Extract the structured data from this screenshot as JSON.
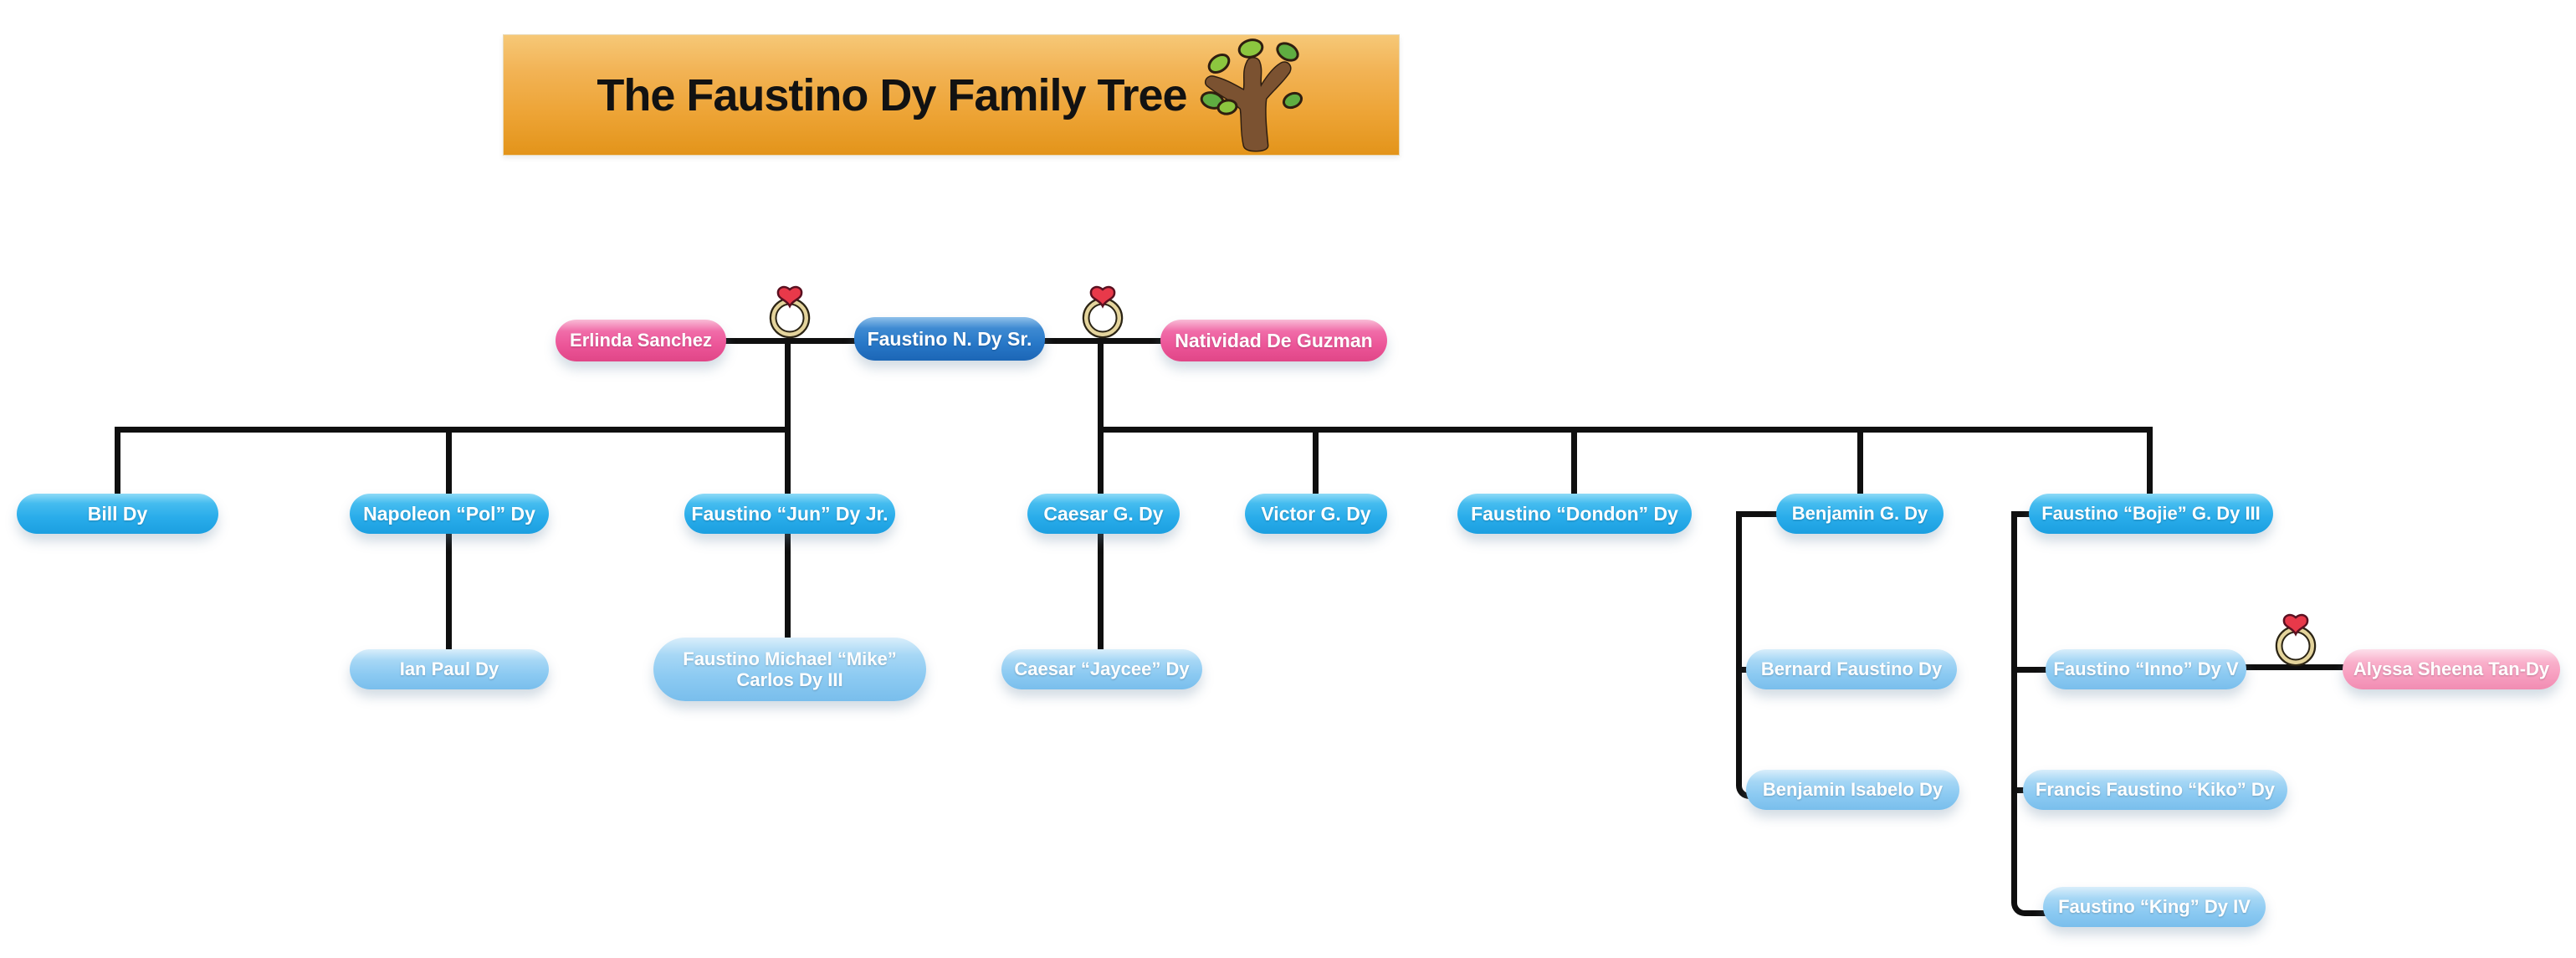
{
  "title": {
    "text": "The Faustino Dy Family Tree"
  },
  "colors": {
    "banner_top": "#f6c877",
    "banner_bottom": "#e3941a",
    "husband_blue": "#2878c8",
    "wife_hot_pink": "#ec5598",
    "child_bright_blue": "#29acea",
    "grandchild_light_blue": "#8ccaf2",
    "spouse_light_pink": "#f79fc0",
    "connector_black": "#0f0f0f"
  },
  "icons": {
    "tree": "tree-icon",
    "wedding_ring": "wedding-ring-with-heart-icon"
  },
  "people": {
    "erlinda": {
      "label": "Erlinda Sanchez"
    },
    "faustino_sr": {
      "label": "Faustino N. Dy Sr."
    },
    "natividad": {
      "label": "Natividad De Guzman"
    },
    "bill": {
      "label": "Bill Dy"
    },
    "napoleon": {
      "label": "Napoleon “Pol” Dy"
    },
    "jun": {
      "label": "Faustino “Jun” Dy Jr."
    },
    "caesar": {
      "label": "Caesar G. Dy"
    },
    "victor": {
      "label": "Victor G. Dy"
    },
    "dondon": {
      "label": "Faustino “Dondon” Dy"
    },
    "benjamin": {
      "label": "Benjamin G. Dy"
    },
    "bojie": {
      "label": "Faustino “Bojie” G. Dy III"
    },
    "ian": {
      "label": "Ian Paul Dy"
    },
    "mike": {
      "label": "Faustino Michael “Mike” Carlos Dy III"
    },
    "jaycee": {
      "label": "Caesar “Jaycee” Dy"
    },
    "bernard": {
      "label": "Bernard Faustino Dy"
    },
    "isabelo": {
      "label": "Benjamin Isabelo Dy"
    },
    "inno": {
      "label": "Faustino “Inno” Dy V"
    },
    "alyssa": {
      "label": "Alyssa Sheena Tan-Dy"
    },
    "kiko": {
      "label": "Francis Faustino “Kiko” Dy"
    },
    "king": {
      "label": "Faustino “King” Dy IV"
    }
  },
  "structure": {
    "marriages": [
      {
        "husband": "Faustino N. Dy Sr.",
        "wife": "Erlinda Sanchez"
      },
      {
        "husband": "Faustino N. Dy Sr.",
        "wife": "Natividad De Guzman"
      },
      {
        "husband": "Faustino “Inno” Dy V",
        "wife": "Alyssa Sheena Tan-Dy"
      }
    ],
    "children": [
      {
        "parents": "Faustino N. Dy Sr. + Erlinda Sanchez",
        "kids": [
          "Bill Dy",
          "Napoleon “Pol” Dy",
          "Faustino “Jun” Dy Jr."
        ]
      },
      {
        "parents": "Faustino N. Dy Sr. + Natividad De Guzman",
        "kids": [
          "Caesar G. Dy",
          "Victor G. Dy",
          "Faustino “Dondon” Dy",
          "Benjamin G. Dy",
          "Faustino “Bojie” G. Dy III"
        ]
      },
      {
        "parents": "Napoleon “Pol” Dy",
        "kids": [
          "Ian Paul Dy"
        ]
      },
      {
        "parents": "Faustino “Jun” Dy Jr.",
        "kids": [
          "Faustino Michael “Mike” Carlos Dy III"
        ]
      },
      {
        "parents": "Caesar G. Dy",
        "kids": [
          "Caesar “Jaycee” Dy"
        ]
      },
      {
        "parents": "Benjamin G. Dy",
        "kids": [
          "Bernard Faustino Dy",
          "Benjamin Isabelo Dy"
        ]
      },
      {
        "parents": "Faustino “Bojie” G. Dy III",
        "kids": [
          "Faustino “Inno” Dy V",
          "Francis Faustino “Kiko” Dy",
          "Faustino “King” Dy IV"
        ]
      }
    ]
  }
}
